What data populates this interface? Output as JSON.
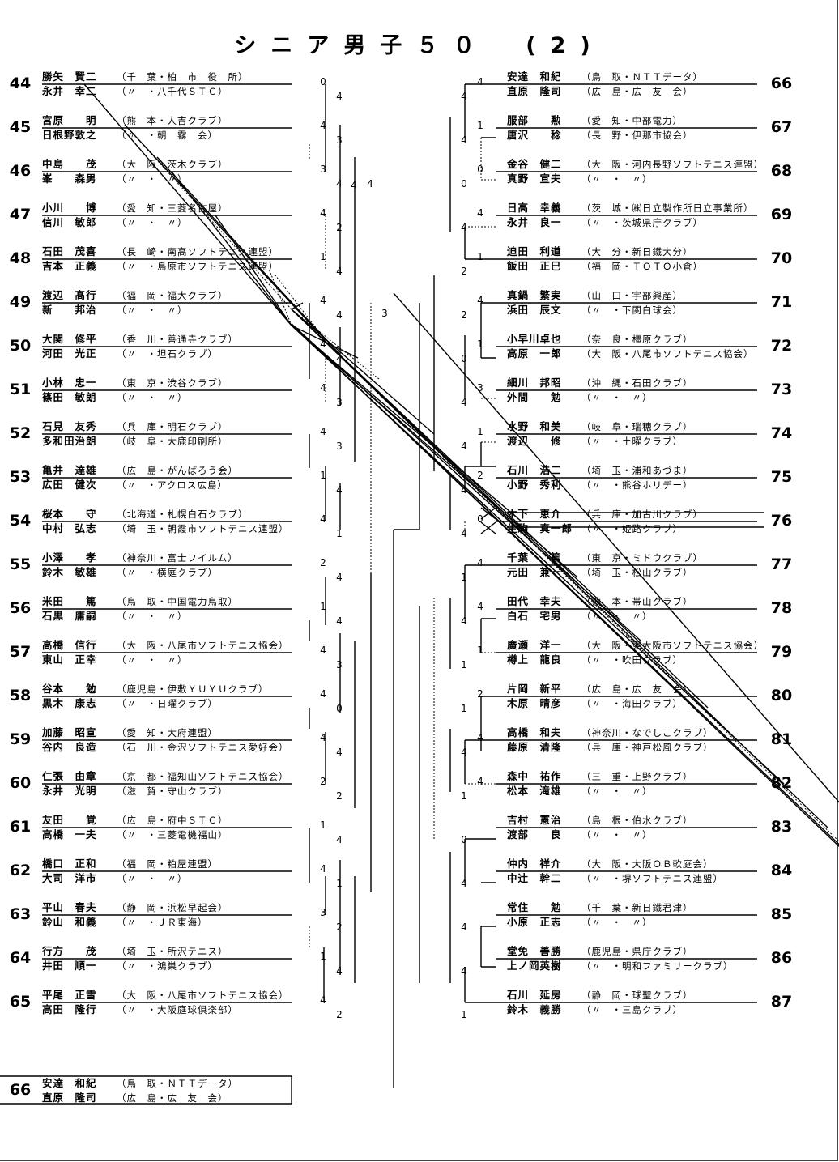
{
  "title": "シニア男子５０　(2)",
  "left_entries": [
    {
      "no": "44",
      "p": [
        [
          "勝矢　賢二",
          "千　葉・柏　市　役　所"
        ],
        [
          "永井　幸二",
          "〃　・八千代ＳＴＣ"
        ]
      ]
    },
    {
      "no": "45",
      "p": [
        [
          "宮原　　明",
          "熊　本・人吉クラブ"
        ],
        [
          "日根野敦之",
          "〃　・朝　霧　会"
        ]
      ]
    },
    {
      "no": "46",
      "p": [
        [
          "中島　　茂",
          "大　阪・茨木クラブ"
        ],
        [
          "峯　　森男",
          "〃　・　〃"
        ]
      ]
    },
    {
      "no": "47",
      "p": [
        [
          "小川　　博",
          "愛　知・三菱名古屋"
        ],
        [
          "信川　敏郎",
          "〃　・　〃"
        ]
      ]
    },
    {
      "no": "48",
      "p": [
        [
          "石田　茂喜",
          "長　崎・南高ソフトテニス連盟"
        ],
        [
          "吉本　正義",
          "〃　・島原市ソフトテニス連盟"
        ]
      ]
    },
    {
      "no": "49",
      "p": [
        [
          "渡辺　髙行",
          "福　岡・福大クラブ"
        ],
        [
          "新　　邦治",
          "〃　・　〃"
        ]
      ]
    },
    {
      "no": "50",
      "p": [
        [
          "大関　修平",
          "香　川・善通寺クラブ"
        ],
        [
          "河田　光正",
          "〃　・坦石クラブ"
        ]
      ]
    },
    {
      "no": "51",
      "p": [
        [
          "小林　忠一",
          "東　京・渋谷クラブ"
        ],
        [
          "篠田　敏朗",
          "〃　・　〃"
        ]
      ]
    },
    {
      "no": "52",
      "p": [
        [
          "石見　友秀",
          "兵　庫・明石クラブ"
        ],
        [
          "多和田治朗",
          "岐　阜・大鹿印刷所"
        ]
      ]
    },
    {
      "no": "53",
      "p": [
        [
          "亀井　達雄",
          "広　島・がんばろう会"
        ],
        [
          "広田　健次",
          "〃　・アクロス広島"
        ]
      ]
    },
    {
      "no": "54",
      "p": [
        [
          "桜本　　守",
          "北海道・札幌白石クラブ"
        ],
        [
          "中村　弘志",
          "埼　玉・朝霞市ソフトテニス連盟"
        ]
      ]
    },
    {
      "no": "55",
      "p": [
        [
          "小澤　　孝",
          "神奈川・富士フイルム"
        ],
        [
          "鈴木　敏雄",
          "〃　・横庭クラブ"
        ]
      ]
    },
    {
      "no": "56",
      "p": [
        [
          "米田　　篤",
          "鳥　取・中国電力鳥取"
        ],
        [
          "石黒　庸嗣",
          "〃　・　〃"
        ]
      ]
    },
    {
      "no": "57",
      "p": [
        [
          "高橋　信行",
          "大　阪・八尾市ソフトテニス協会"
        ],
        [
          "東山　正幸",
          "〃　・　〃"
        ]
      ]
    },
    {
      "no": "58",
      "p": [
        [
          "谷本　　勉",
          "鹿児島・伊敷ＹＵＹＵクラブ"
        ],
        [
          "黒木　康志",
          "〃　・日曜クラブ"
        ]
      ]
    },
    {
      "no": "59",
      "p": [
        [
          "加藤　昭宣",
          "愛　知・大府連盟"
        ],
        [
          "谷内　良造",
          "石　川・金沢ソフトテニス愛好会"
        ]
      ]
    },
    {
      "no": "60",
      "p": [
        [
          "仁張　由章",
          "京　都・福知山ソフトテニス協会"
        ],
        [
          "永井　光明",
          "滋　賀・守山クラブ"
        ]
      ]
    },
    {
      "no": "61",
      "p": [
        [
          "友田　　覚",
          "広　島・府中ＳＴＣ"
        ],
        [
          "高橋　一夫",
          "〃　・三菱電機福山"
        ]
      ]
    },
    {
      "no": "62",
      "p": [
        [
          "橋口　正和",
          "福　岡・粕屋連盟"
        ],
        [
          "大司　洋市",
          "〃　・　〃"
        ]
      ]
    },
    {
      "no": "63",
      "p": [
        [
          "平山　春夫",
          "静　岡・浜松早起会"
        ],
        [
          "鈴山　和義",
          "〃　・ＪＲ東海"
        ]
      ]
    },
    {
      "no": "64",
      "p": [
        [
          "行方　　茂",
          "埼　玉・所沢テニス"
        ],
        [
          "井田　順一",
          "〃　・鴻巣クラブ"
        ]
      ]
    },
    {
      "no": "65",
      "p": [
        [
          "平尾　正雪",
          "大　阪・八尾市ソフトテニス協会"
        ],
        [
          "高田　隆行",
          "〃　・大阪庭球倶楽部"
        ]
      ]
    }
  ],
  "right_entries": [
    {
      "no": "66",
      "p": [
        [
          "安達　和紀",
          "鳥　取・ＮＴＴデータ"
        ],
        [
          "直原　隆司",
          "広　島・広　友　会"
        ]
      ]
    },
    {
      "no": "67",
      "p": [
        [
          "服部　　勲",
          "愛　知・中部電力"
        ],
        [
          "唐沢　　稔",
          "長　野・伊那市協会"
        ]
      ]
    },
    {
      "no": "68",
      "p": [
        [
          "金谷　健二",
          "大　阪・河内長野ソフトテニス連盟"
        ],
        [
          "真野　宣夫",
          "〃　・　〃"
        ]
      ]
    },
    {
      "no": "69",
      "p": [
        [
          "日高　幸義",
          "茨　城・㈱日立製作所日立事業所"
        ],
        [
          "永井　良一",
          "〃　・茨城県庁クラブ"
        ]
      ]
    },
    {
      "no": "70",
      "p": [
        [
          "迫田　利道",
          "大　分・新日鐵大分"
        ],
        [
          "飯田　正巳",
          "福　岡・ＴＯＴＯ小倉"
        ]
      ]
    },
    {
      "no": "71",
      "p": [
        [
          "真鍋　繁実",
          "山　口・宇部興産"
        ],
        [
          "浜田　辰文",
          "〃　・下関白球会"
        ]
      ]
    },
    {
      "no": "72",
      "p": [
        [
          "小早川卓也",
          "奈　良・橿原クラブ"
        ],
        [
          "高原　一郎",
          "大　阪・八尾市ソフトテニス協会"
        ]
      ]
    },
    {
      "no": "73",
      "p": [
        [
          "細川　邦昭",
          "沖　縄・石田クラブ"
        ],
        [
          "外間　　勉",
          "〃　・　〃"
        ]
      ]
    },
    {
      "no": "74",
      "p": [
        [
          "水野　和美",
          "岐　阜・瑞穂クラブ"
        ],
        [
          "渡辺　　修",
          "〃　・土曜クラブ"
        ]
      ]
    },
    {
      "no": "75",
      "p": [
        [
          "石川　浩二",
          "埼　玉・浦和あづま"
        ],
        [
          "小野　秀利",
          "〃　・熊谷ホリデー"
        ]
      ]
    },
    {
      "no": "76",
      "p": [
        [
          "木下　恵介",
          "兵　庫・加古川クラブ"
        ],
        [
          "生駒　真一郎",
          "〃　・姫路クラブ"
        ]
      ]
    },
    {
      "no": "77",
      "p": [
        [
          "千葉　　篤",
          "東　京・ミドウクラブ"
        ],
        [
          "元田　兼一",
          "埼　玉・松山クラブ"
        ]
      ]
    },
    {
      "no": "78",
      "p": [
        [
          "田代　幸夫",
          "熊　本・帯山クラブ"
        ],
        [
          "白石　宅男",
          "〃　・　〃"
        ]
      ]
    },
    {
      "no": "79",
      "p": [
        [
          "廣瀬　洋一",
          "大　阪・東大阪市ソフトテニス協会"
        ],
        [
          "樽上　龍良",
          "〃　・吹田クラブ"
        ]
      ]
    },
    {
      "no": "80",
      "p": [
        [
          "片岡　新平",
          "広　島・広　友　会"
        ],
        [
          "木原　晴彦",
          "〃　・海田クラブ"
        ]
      ]
    },
    {
      "no": "81",
      "p": [
        [
          "高橋　和夫",
          "神奈川・なでしこクラブ"
        ],
        [
          "藤原　清隆",
          "兵　庫・神戸松風クラブ"
        ]
      ]
    },
    {
      "no": "82",
      "p": [
        [
          "森中　祐作",
          "三　重・上野クラブ"
        ],
        [
          "松本　滝雄",
          "〃　・　〃"
        ]
      ]
    },
    {
      "no": "83",
      "p": [
        [
          "吉村　憲治",
          "島　根・伯水クラブ"
        ],
        [
          "渡部　　良",
          "〃　・　〃"
        ]
      ]
    },
    {
      "no": "84",
      "p": [
        [
          "仲内　祥介",
          "大　阪・大阪ＯＢ軟庭会"
        ],
        [
          "中辻　幹二",
          "〃　・堺ソフトテニス連盟"
        ]
      ]
    },
    {
      "no": "85",
      "p": [
        [
          "常住　　勉",
          "千　葉・新日鐵君津"
        ],
        [
          "小原　正志",
          "〃　・　〃"
        ]
      ]
    },
    {
      "no": "86",
      "p": [
        [
          "堂免　善勝",
          "鹿児島・県庁クラブ"
        ],
        [
          "上ノ岡英樹",
          "〃　・明和ファミリークラブ"
        ]
      ]
    },
    {
      "no": "87",
      "p": [
        [
          "石川　延房",
          "静　岡・球聖クラブ"
        ],
        [
          "鈴木　義勝",
          "〃　・三島クラブ"
        ]
      ]
    }
  ],
  "winner": {
    "no": "66",
    "p": [
      [
        "安達　和紀",
        "鳥　取・ＮＴＴデータ"
      ],
      [
        "直原　隆司",
        "広　島・広　友　会"
      ]
    ]
  },
  "scores": [
    "4",
    "3",
    "4",
    "2",
    "4",
    "4",
    "4",
    "3",
    "3",
    "4",
    "1",
    "4",
    "4",
    "3",
    "0",
    "4",
    "2",
    "4",
    "1",
    "2",
    "4",
    "2",
    "0",
    "4",
    "3",
    "4",
    "1",
    "4",
    "4",
    "4",
    "4",
    "1",
    "4",
    "2",
    "1",
    "4",
    "4",
    "4",
    "2",
    "1",
    "4",
    "3",
    "1",
    "4",
    "4",
    "4",
    "3",
    "4",
    "4",
    "0",
    "4",
    "2",
    "2",
    "0",
    "4",
    "4",
    "4",
    "4",
    "1",
    "4",
    "1",
    "1",
    "4",
    "1",
    "0",
    "4",
    "4",
    "4",
    "1",
    "4",
    "1",
    "0",
    "4",
    "1",
    "4",
    "1",
    "3",
    "1",
    "2",
    "0",
    "4",
    "4",
    "1",
    "2",
    "4",
    "4"
  ]
}
